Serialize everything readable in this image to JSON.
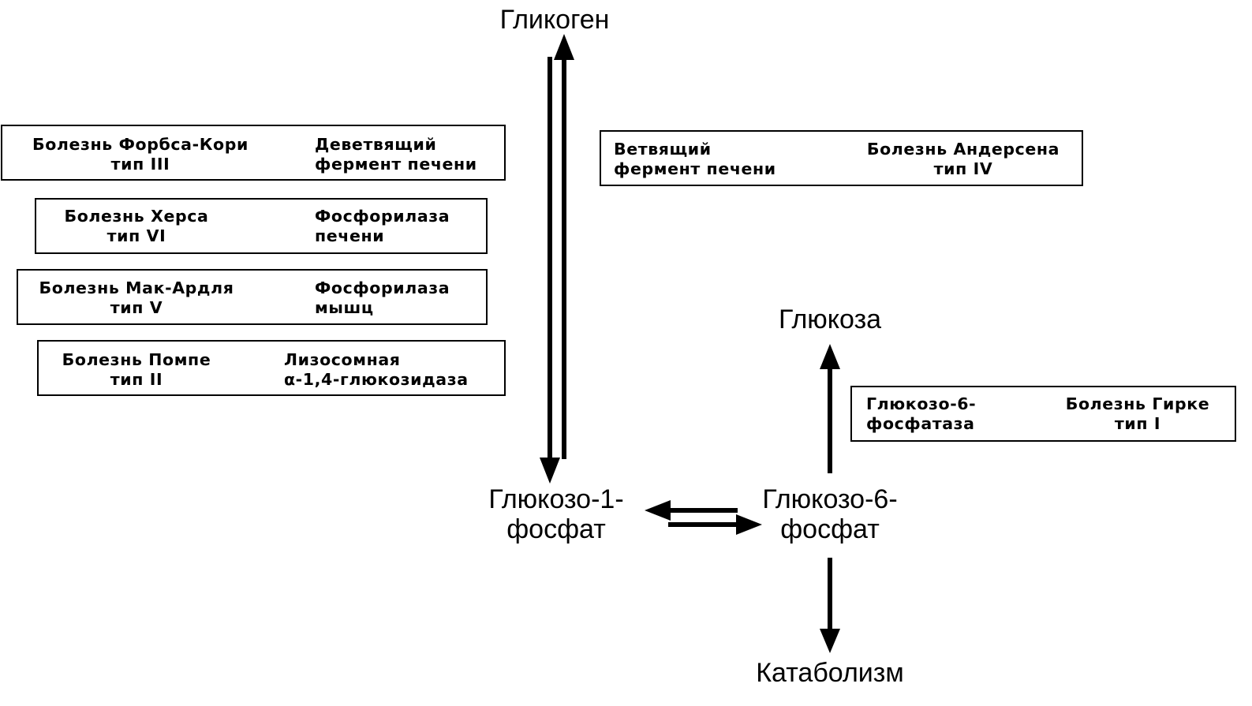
{
  "nodes": {
    "glycogen": "Гликоген",
    "glucose": "Глюкоза",
    "g1p": [
      "Глюкозо-1-",
      "фосфат"
    ],
    "g6p": [
      "Глюкозо-6-",
      "фосфат"
    ],
    "catabolism": "Катаболизм"
  },
  "boxes": [
    {
      "disease": [
        "Болезнь Форбса-Кори",
        "тип III"
      ],
      "enzyme": [
        "Деветвящий",
        "фермент печени"
      ]
    },
    {
      "disease": [
        "Болезнь Херса",
        "тип VI"
      ],
      "enzyme": [
        "Фосфорилаза",
        "печени"
      ]
    },
    {
      "disease": [
        "Болезнь Мак-Ардля",
        "тип V"
      ],
      "enzyme": [
        "Фосфорилаза",
        "мышц"
      ]
    },
    {
      "disease": [
        "Болезнь Помпе",
        "тип II"
      ],
      "enzyme": [
        "Лизосомная",
        "α-1,4-глюкозидаза"
      ]
    },
    {
      "enzyme": [
        "Ветвящий",
        "фермент печени"
      ],
      "disease": [
        "Болезнь Андерсена",
        "тип IV"
      ]
    },
    {
      "enzyme": [
        "Глюкозо-6-",
        "фосфатаза"
      ],
      "disease": [
        "Болезнь Гирке",
        "тип I"
      ]
    }
  ],
  "colors": {
    "ink": "#000000",
    "background": "#ffffff"
  }
}
